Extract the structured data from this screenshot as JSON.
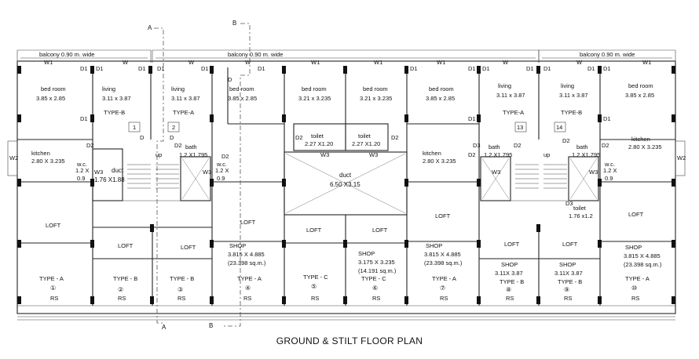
{
  "title": "GROUND & STILT FLOOR PLAN",
  "balconies": [
    "balcony 0.90 m. wide",
    "balcony 0.90 m. wide",
    "balcony 0.90 m. wide"
  ],
  "section_markers": [
    "A",
    "B",
    "A",
    "B"
  ],
  "rooms": {
    "bed1": {
      "name": "bed room",
      "size": "3.85 x 2.85"
    },
    "living1": {
      "name": "living",
      "size": "3.11 x 3.87",
      "type": "TYPE-B"
    },
    "living2": {
      "name": "living",
      "size": "3.11 x 3.87",
      "type": "TYPE-A"
    },
    "bed2": {
      "name": "bed room",
      "size": "3.85 x 2.85"
    },
    "bed3": {
      "name": "bed room",
      "size": "3.21 x 3.235"
    },
    "bed4": {
      "name": "bed room",
      "size": "3.21 x 3.235"
    },
    "bed5": {
      "name": "bed room",
      "size": "3.85 x 2.85"
    },
    "living3": {
      "name": "living",
      "size": "3.11 x 3.87",
      "type": "TYPE-A"
    },
    "living4": {
      "name": "living",
      "size": "3.11 x 3.87",
      "type": "TYPE-B"
    },
    "bed6": {
      "name": "bed room",
      "size": "3.85 x 2.85"
    },
    "kitchen1": {
      "name": "kitchen",
      "size": "2.80 X 3.235"
    },
    "wc1": {
      "name": "w.c.",
      "size": "1.2 X",
      "size2": "0.9"
    },
    "duct1": {
      "name": "duct",
      "size": "1.76 X1.88"
    },
    "bath1": {
      "name": "bath",
      "size": "1.2 X1.795"
    },
    "wc2": {
      "name": "w.c.",
      "size": "1.2 X",
      "size2": "0.9"
    },
    "toilet1": {
      "name": "toilet",
      "size": "2.27 X1.20"
    },
    "toilet2": {
      "name": "toilet",
      "size": "2.27 X1.20"
    },
    "duct2": {
      "name": "duct",
      "size": "6.50 X3.15"
    },
    "kitchen2": {
      "name": "kitchen",
      "size": "2.80 X 3.235"
    },
    "bath2": {
      "name": "bath",
      "size": "1.2 X1.795"
    },
    "bath3": {
      "name": "bath",
      "size": "1.2 X1.795"
    },
    "wc3": {
      "name": "w.c.",
      "size": "1.2 X",
      "size2": "0.9"
    },
    "kitchen3": {
      "name": "kitchen",
      "size": "2.80 X 3.235"
    },
    "toilet3": {
      "name": "toilet",
      "size": "1.76 x1.2"
    }
  },
  "unit_tags": [
    "1",
    "2",
    "13",
    "14"
  ],
  "up_labels": [
    "up",
    "up"
  ],
  "lofts": [
    "LOFT",
    "LOFT",
    "LOFT",
    "LOFT",
    "LOFT",
    "LOFT",
    "LOFT",
    "LOFT",
    "LOFT",
    "LOFT"
  ],
  "shops": [
    {
      "name": "SHOP",
      "size": "3.815 X 4.885",
      "area": "(23.398 sq.m.)"
    },
    {
      "name": "SHOP",
      "size": "3.175 X 3.235",
      "area": "(14.191 sq.m.)"
    },
    {
      "name": "SHOP",
      "size": "3.815 X 4.885",
      "area": "(23.398 sq.m.)"
    },
    {
      "name": "SHOP",
      "size": "3.11X 3.87"
    },
    {
      "name": "SHOP",
      "size": "3.11X 3.87"
    },
    {
      "name": "SHOP",
      "size": "3.815 X 4.885",
      "area": "(23.398 sq.m.)"
    }
  ],
  "bottom_types": [
    "TYPE - A",
    "TYPE - B",
    "TYPE - B",
    "TYPE - A",
    "TYPE - C",
    "TYPE - C",
    "TYPE - A",
    "TYPE - B",
    "TYPE - B",
    "TYPE - A"
  ],
  "bottom_numbers": [
    "①",
    "②",
    "③",
    "④",
    "⑤",
    "⑥",
    "⑦",
    "⑧",
    "⑨",
    "⑩"
  ],
  "rs_label": "RS",
  "door_labels": {
    "d1": "D1",
    "d2": "D2",
    "d3": "D3",
    "d": "D"
  },
  "window_labels": {
    "w": "W",
    "w1": "W1",
    "w2": "W2",
    "w3": "W3"
  }
}
